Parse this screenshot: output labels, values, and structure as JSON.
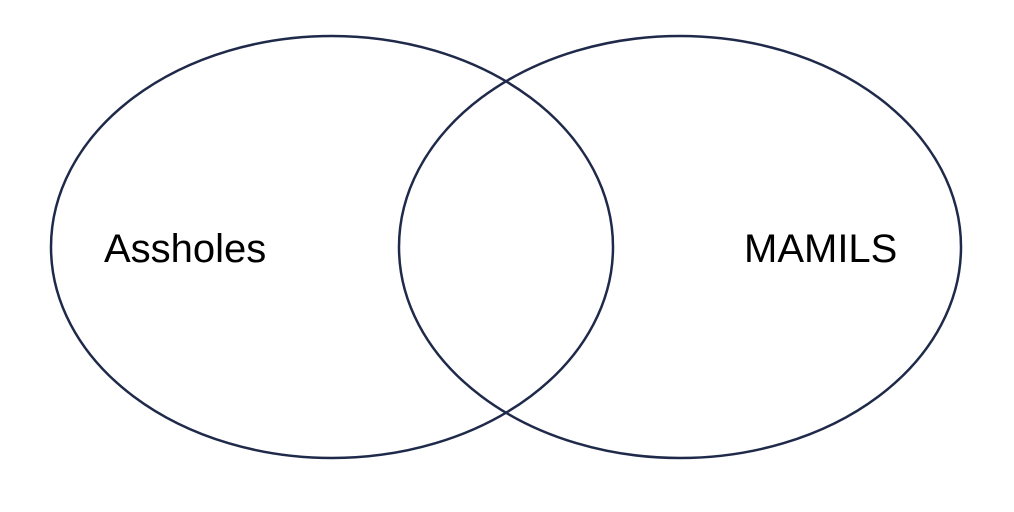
{
  "diagram": {
    "type": "venn",
    "outline_color": "#1f2a4a",
    "background_color": "#ffffff",
    "sets": [
      {
        "label": "Assholes"
      },
      {
        "label": "MAMILS"
      }
    ]
  }
}
